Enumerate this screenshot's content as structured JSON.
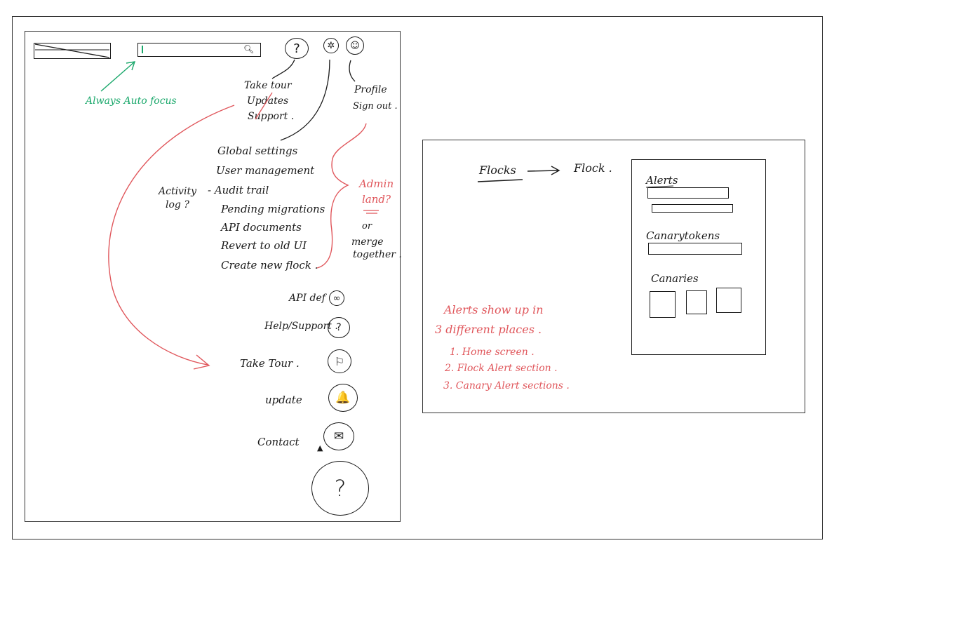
{
  "colors": {
    "ink": "#1a1a1a",
    "annotation_red": "#e0565b",
    "annotation_green": "#1aa86b"
  },
  "left_sketch": {
    "header": {
      "search_icon": "search-icon",
      "help_icon_glyph": "?",
      "settings_icon": "gear-icon",
      "profile_icon": "profile-icon"
    },
    "autofocus_note": "Always Auto focus",
    "help_menu": [
      "Take tour",
      "Updates",
      "Support ."
    ],
    "profile_menu": [
      "Profile",
      "Sign out ."
    ],
    "settings_menu": [
      "Global settings",
      "User management",
      "- Audit trail",
      "Pending migrations",
      "API documents",
      "Revert to old UI",
      "Create new flock ."
    ],
    "activity_note": [
      "Activity",
      "log ?"
    ],
    "admin_note": [
      "Admin",
      "land?"
    ],
    "merge_note": [
      "or",
      "merge",
      "together ."
    ],
    "fab_menu": [
      {
        "label": "API def",
        "icon": "infinity-icon",
        "glyph": "∞"
      },
      {
        "label": "Help/Support .",
        "icon": "support-icon",
        "glyph": "?"
      },
      {
        "label": "Take Tour .",
        "icon": "signpost-icon",
        "glyph": "⚐"
      },
      {
        "label": "update",
        "icon": "bell-icon",
        "glyph": "🔔"
      },
      {
        "label": "Contact",
        "icon": "mail-icon",
        "glyph": "✉"
      }
    ],
    "fab_glyph": "?"
  },
  "right_sketch": {
    "flocks_label": "Flocks",
    "flock_label": "Flock .",
    "panel": {
      "alerts_title": "Alerts",
      "canarytokens_title": "Canarytokens",
      "canaries_title": "Canaries"
    },
    "alerts_note": {
      "heading_1": "Alerts show up in",
      "heading_2": "3 different places .",
      "items": [
        "1. Home screen .",
        "2. Flock Alert section .",
        "3. Canary Alert sections ."
      ]
    }
  }
}
